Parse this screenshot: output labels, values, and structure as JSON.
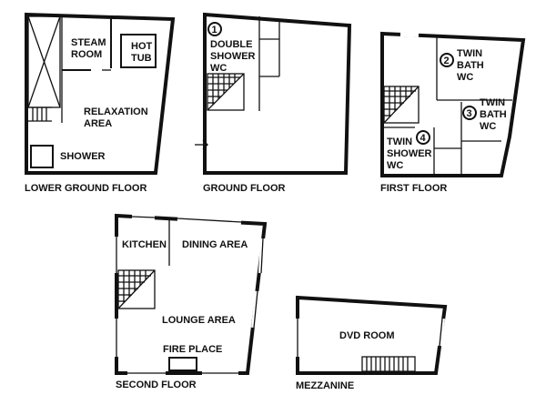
{
  "floors": {
    "lower_ground": {
      "title": "LOWER GROUND FLOOR",
      "rooms": {
        "steam_1": "STEAM",
        "steam_2": "ROOM",
        "hot_1": "HOT",
        "hot_2": "TUB",
        "relax_1": "RELAXATION",
        "relax_2": "AREA",
        "shower": "SHOWER"
      }
    },
    "ground": {
      "title": "GROUND FLOOR",
      "bathroom_number": "1",
      "rooms": {
        "dsw_1": "DOUBLE",
        "dsw_2": "SHOWER",
        "dsw_3": "WC"
      }
    },
    "first": {
      "title": "FIRST FLOOR",
      "bathrooms": [
        {
          "number": "2",
          "lines": [
            "TWIN",
            "BATH",
            "WC"
          ]
        },
        {
          "number": "3",
          "lines": [
            "TWIN",
            "BATH",
            "WC"
          ]
        },
        {
          "number": "4",
          "lines": [
            "TWIN",
            "SHOWER",
            "WC"
          ]
        }
      ]
    },
    "second": {
      "title": "SECOND FLOOR",
      "rooms": {
        "kitchen": "KITCHEN",
        "dining": "DINING AREA",
        "lounge": "LOUNGE AREA",
        "fireplace": "FIRE PLACE"
      }
    },
    "mezzanine": {
      "title": "MEZZANINE",
      "rooms": {
        "dvd": "DVD ROOM"
      }
    }
  },
  "icons": {
    "entrance": "arrow-right-icon"
  }
}
